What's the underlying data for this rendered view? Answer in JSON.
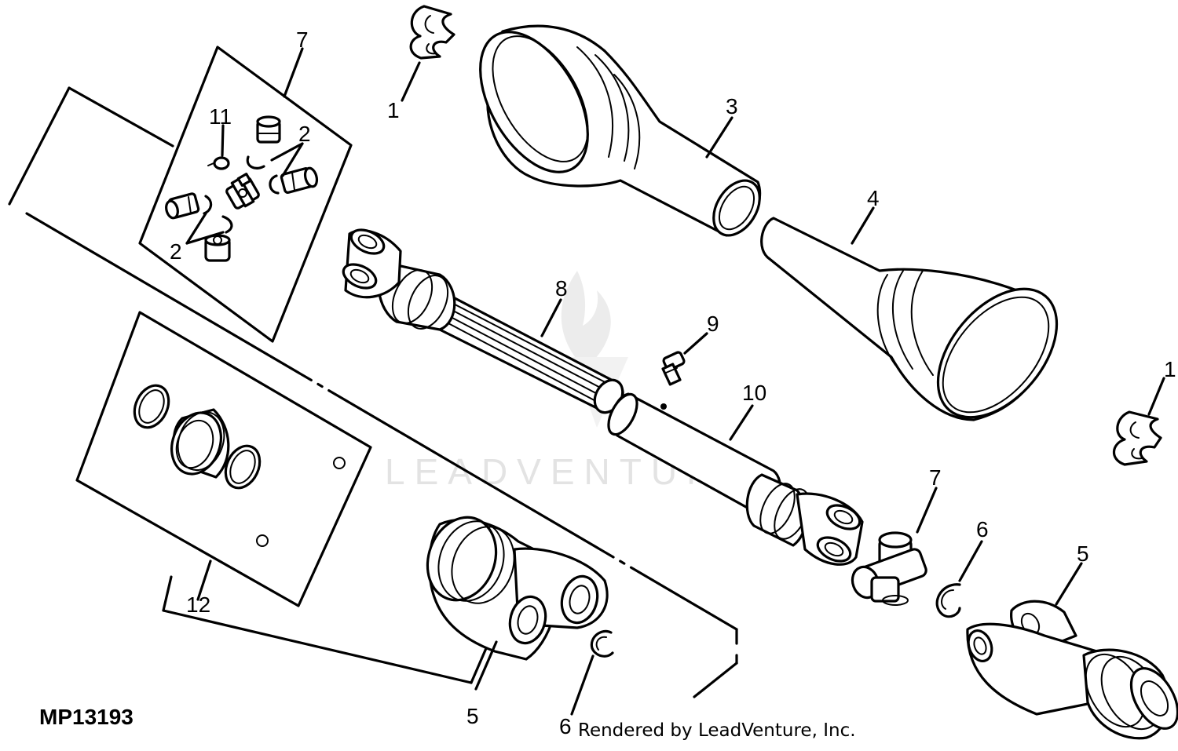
{
  "drawing_code": "MP13193",
  "credit": "Rendered by LeadVenture, Inc.",
  "watermark": "LEADVENTURE",
  "callouts": {
    "c1_top": "1",
    "c2_upper": "2",
    "c2_lower": "2",
    "c3": "3",
    "c4": "4",
    "c1_right": "1",
    "c5_bottom": "5",
    "c5_right": "5",
    "c6_bottom": "6",
    "c6_right": "6",
    "c7_kit": "7",
    "c7_cross": "7",
    "c8": "8",
    "c9": "9",
    "c10": "10",
    "c11": "11",
    "c12": "12"
  }
}
